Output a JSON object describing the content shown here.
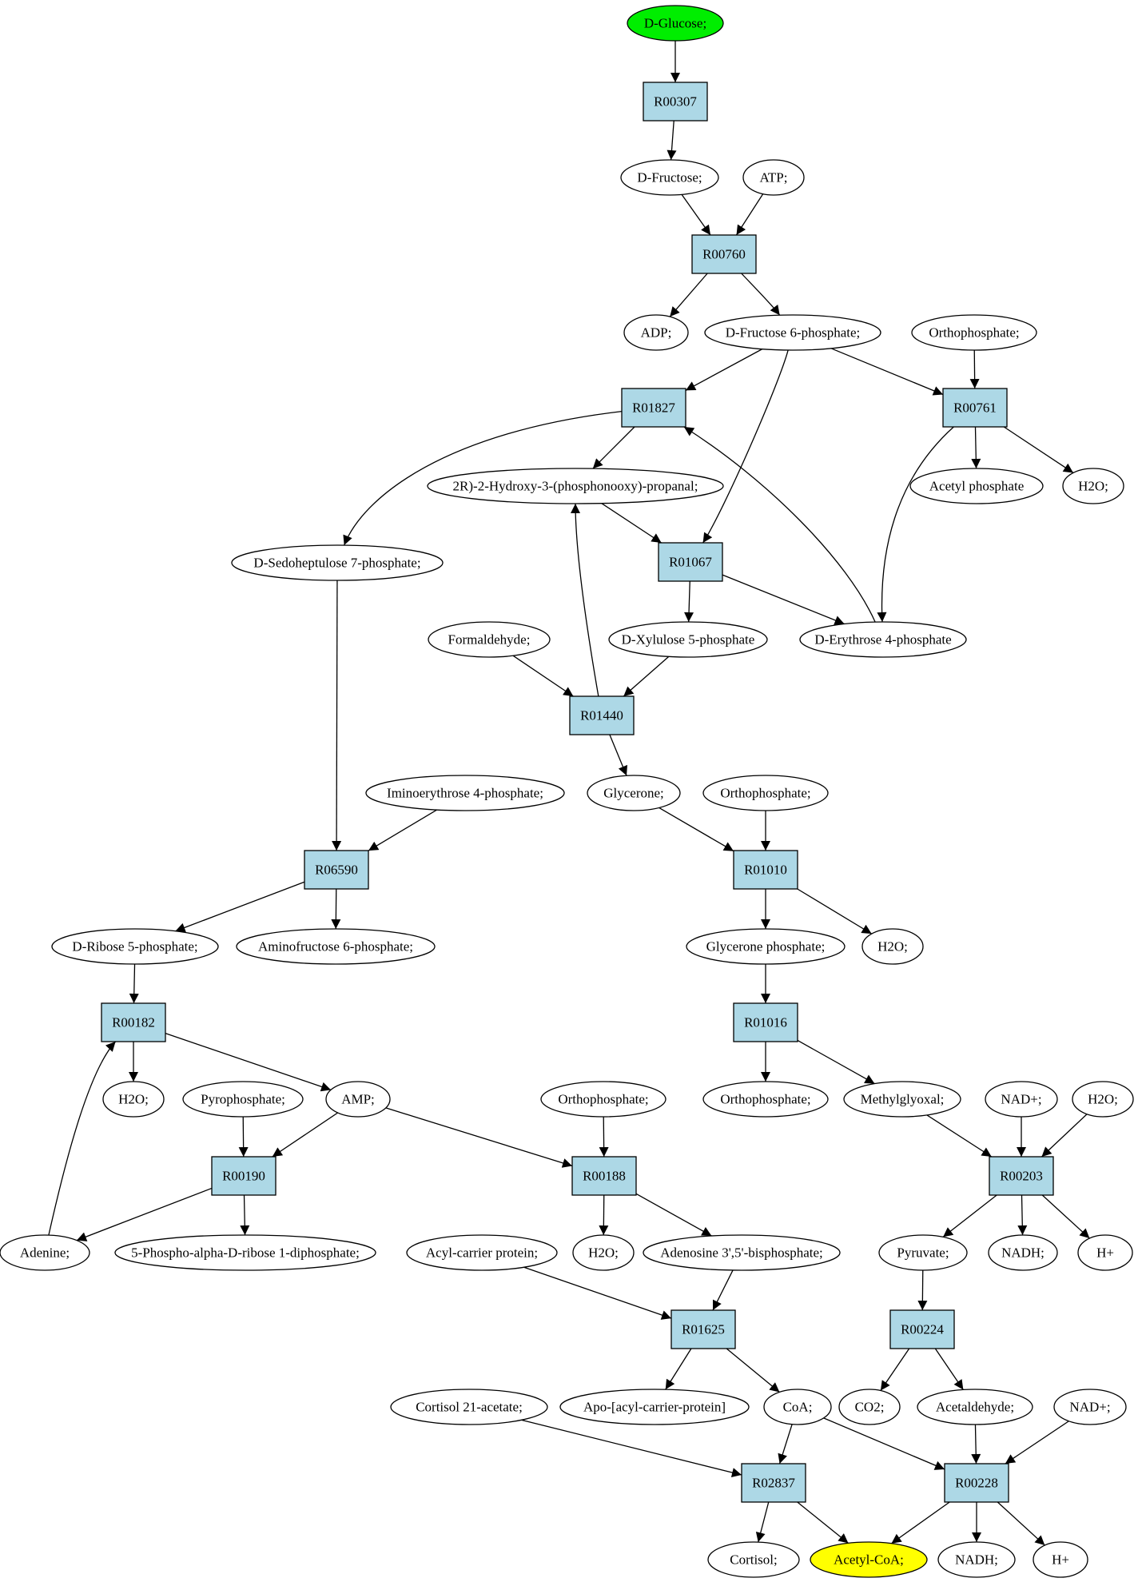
{
  "colors": {
    "reaction_fill": "#add8e6",
    "compound_fill": "#ffffff",
    "start_fill": "#00ee00",
    "end_fill": "#ffff00",
    "stroke": "#000000"
  },
  "nodes": [
    {
      "id": "glucose",
      "kind": "start",
      "label": "D-Glucose;"
    },
    {
      "id": "R00307",
      "kind": "reaction",
      "label": "R00307"
    },
    {
      "id": "fructose",
      "kind": "compound",
      "label": "D-Fructose;"
    },
    {
      "id": "atp",
      "kind": "compound",
      "label": "ATP;"
    },
    {
      "id": "R00760",
      "kind": "reaction",
      "label": "R00760"
    },
    {
      "id": "adp",
      "kind": "compound",
      "label": "ADP;"
    },
    {
      "id": "f6p",
      "kind": "compound",
      "label": "D-Fructose 6-phosphate;"
    },
    {
      "id": "pi1",
      "kind": "compound",
      "label": "Orthophosphate;"
    },
    {
      "id": "R01827",
      "kind": "reaction",
      "label": "R01827"
    },
    {
      "id": "R00761",
      "kind": "reaction",
      "label": "R00761"
    },
    {
      "id": "g3p",
      "kind": "compound",
      "label": "2R)-2-Hydroxy-3-(phosphonooxy)-propanal;"
    },
    {
      "id": "acetylp",
      "kind": "compound",
      "label": "Acetyl phosphate"
    },
    {
      "id": "h2o1",
      "kind": "compound",
      "label": "H2O;"
    },
    {
      "id": "s7p",
      "kind": "compound",
      "label": "D-Sedoheptulose 7-phosphate;"
    },
    {
      "id": "R01067",
      "kind": "reaction",
      "label": "R01067"
    },
    {
      "id": "formaldehyde",
      "kind": "compound",
      "label": "Formaldehyde;"
    },
    {
      "id": "x5p",
      "kind": "compound",
      "label": "D-Xylulose 5-phosphate"
    },
    {
      "id": "e4p",
      "kind": "compound",
      "label": "D-Erythrose 4-phosphate"
    },
    {
      "id": "R01440",
      "kind": "reaction",
      "label": "R01440"
    },
    {
      "id": "imino",
      "kind": "compound",
      "label": "Iminoerythrose 4-phosphate;"
    },
    {
      "id": "glycerone",
      "kind": "compound",
      "label": "Glycerone;"
    },
    {
      "id": "pi2",
      "kind": "compound",
      "label": "Orthophosphate;"
    },
    {
      "id": "R06590",
      "kind": "reaction",
      "label": "R06590"
    },
    {
      "id": "R01010",
      "kind": "reaction",
      "label": "R01010"
    },
    {
      "id": "r5p",
      "kind": "compound",
      "label": "D-Ribose 5-phosphate;"
    },
    {
      "id": "aminof6p",
      "kind": "compound",
      "label": "Aminofructose 6-phosphate;"
    },
    {
      "id": "dhap",
      "kind": "compound",
      "label": "Glycerone phosphate;"
    },
    {
      "id": "h2o2",
      "kind": "compound",
      "label": "H2O;"
    },
    {
      "id": "R00182",
      "kind": "reaction",
      "label": "R00182"
    },
    {
      "id": "R01016",
      "kind": "reaction",
      "label": "R01016"
    },
    {
      "id": "h2o3",
      "kind": "compound",
      "label": "H2O;"
    },
    {
      "id": "ppi",
      "kind": "compound",
      "label": "Pyrophosphate;"
    },
    {
      "id": "amp",
      "kind": "compound",
      "label": "AMP;"
    },
    {
      "id": "pi3",
      "kind": "compound",
      "label": "Orthophosphate;"
    },
    {
      "id": "pi4",
      "kind": "compound",
      "label": "Orthophosphate;"
    },
    {
      "id": "methylglyoxal",
      "kind": "compound",
      "label": "Methylglyoxal;"
    },
    {
      "id": "nad1",
      "kind": "compound",
      "label": "NAD+;"
    },
    {
      "id": "h2o4",
      "kind": "compound",
      "label": "H2O;"
    },
    {
      "id": "R00190",
      "kind": "reaction",
      "label": "R00190"
    },
    {
      "id": "R00188",
      "kind": "reaction",
      "label": "R00188"
    },
    {
      "id": "R00203",
      "kind": "reaction",
      "label": "R00203"
    },
    {
      "id": "adenine",
      "kind": "compound",
      "label": "Adenine;"
    },
    {
      "id": "prpp",
      "kind": "compound",
      "label": "5-Phospho-alpha-D-ribose 1-diphosphate;"
    },
    {
      "id": "acp",
      "kind": "compound",
      "label": "Acyl-carrier protein;"
    },
    {
      "id": "h2o5",
      "kind": "compound",
      "label": "H2O;"
    },
    {
      "id": "pap",
      "kind": "compound",
      "label": "Adenosine 3',5'-bisphosphate;"
    },
    {
      "id": "pyruvate",
      "kind": "compound",
      "label": "Pyruvate;"
    },
    {
      "id": "nadh1",
      "kind": "compound",
      "label": "NADH;"
    },
    {
      "id": "hplus1",
      "kind": "compound",
      "label": "H+"
    },
    {
      "id": "R01625",
      "kind": "reaction",
      "label": "R01625"
    },
    {
      "id": "R00224",
      "kind": "reaction",
      "label": "R00224"
    },
    {
      "id": "cortisolac",
      "kind": "compound",
      "label": "Cortisol 21-acetate;"
    },
    {
      "id": "apoacp",
      "kind": "compound",
      "label": "Apo-[acyl-carrier-protein]"
    },
    {
      "id": "coa",
      "kind": "compound",
      "label": "CoA;"
    },
    {
      "id": "co2",
      "kind": "compound",
      "label": "CO2;"
    },
    {
      "id": "acetaldehyde",
      "kind": "compound",
      "label": "Acetaldehyde;"
    },
    {
      "id": "nad2",
      "kind": "compound",
      "label": "NAD+;"
    },
    {
      "id": "R02837",
      "kind": "reaction",
      "label": "R02837"
    },
    {
      "id": "R00228",
      "kind": "reaction",
      "label": "R00228"
    },
    {
      "id": "cortisol",
      "kind": "compound",
      "label": "Cortisol;"
    },
    {
      "id": "acetylcoa",
      "kind": "end",
      "label": "Acetyl-CoA;"
    },
    {
      "id": "nadh2",
      "kind": "compound",
      "label": "NADH;"
    },
    {
      "id": "hplus2",
      "kind": "compound",
      "label": "H+"
    }
  ],
  "edges": [
    {
      "from": "glucose",
      "to": "R00307"
    },
    {
      "from": "R00307",
      "to": "fructose"
    },
    {
      "from": "fructose",
      "to": "R00760"
    },
    {
      "from": "atp",
      "to": "R00760"
    },
    {
      "from": "R00760",
      "to": "adp"
    },
    {
      "from": "R00760",
      "to": "f6p"
    },
    {
      "from": "f6p",
      "to": "R01827"
    },
    {
      "from": "f6p",
      "to": "R00761"
    },
    {
      "from": "f6p",
      "to": "R01067"
    },
    {
      "from": "pi1",
      "to": "R00761"
    },
    {
      "from": "R00761",
      "to": "acetylp"
    },
    {
      "from": "R00761",
      "to": "h2o1"
    },
    {
      "from": "R00761",
      "to": "e4p"
    },
    {
      "from": "R01827",
      "to": "g3p"
    },
    {
      "from": "R01827",
      "to": "s7p"
    },
    {
      "from": "e4p",
      "to": "R01827"
    },
    {
      "from": "g3p",
      "to": "R01067"
    },
    {
      "from": "R01067",
      "to": "x5p"
    },
    {
      "from": "R01067",
      "to": "e4p"
    },
    {
      "from": "formaldehyde",
      "to": "R01440"
    },
    {
      "from": "x5p",
      "to": "R01440"
    },
    {
      "from": "R01440",
      "to": "g3p"
    },
    {
      "from": "R01440",
      "to": "glycerone"
    },
    {
      "from": "s7p",
      "to": "R06590"
    },
    {
      "from": "imino",
      "to": "R06590"
    },
    {
      "from": "R06590",
      "to": "r5p"
    },
    {
      "from": "R06590",
      "to": "aminof6p"
    },
    {
      "from": "glycerone",
      "to": "R01010"
    },
    {
      "from": "pi2",
      "to": "R01010"
    },
    {
      "from": "R01010",
      "to": "dhap"
    },
    {
      "from": "R01010",
      "to": "h2o2"
    },
    {
      "from": "dhap",
      "to": "R01016"
    },
    {
      "from": "R01016",
      "to": "pi4"
    },
    {
      "from": "R01016",
      "to": "methylglyoxal"
    },
    {
      "from": "r5p",
      "to": "R00182"
    },
    {
      "from": "adenine",
      "to": "R00182"
    },
    {
      "from": "R00182",
      "to": "h2o3"
    },
    {
      "from": "R00182",
      "to": "amp"
    },
    {
      "from": "ppi",
      "to": "R00190"
    },
    {
      "from": "amp",
      "to": "R00190"
    },
    {
      "from": "amp",
      "to": "R00188"
    },
    {
      "from": "R00190",
      "to": "adenine"
    },
    {
      "from": "R00190",
      "to": "prpp"
    },
    {
      "from": "pi3",
      "to": "R00188"
    },
    {
      "from": "R00188",
      "to": "h2o5"
    },
    {
      "from": "R00188",
      "to": "pap"
    },
    {
      "from": "methylglyoxal",
      "to": "R00203"
    },
    {
      "from": "nad1",
      "to": "R00203"
    },
    {
      "from": "h2o4",
      "to": "R00203"
    },
    {
      "from": "R00203",
      "to": "pyruvate"
    },
    {
      "from": "R00203",
      "to": "nadh1"
    },
    {
      "from": "R00203",
      "to": "hplus1"
    },
    {
      "from": "acp",
      "to": "R01625"
    },
    {
      "from": "pap",
      "to": "R01625"
    },
    {
      "from": "R01625",
      "to": "apoacp"
    },
    {
      "from": "R01625",
      "to": "coa"
    },
    {
      "from": "pyruvate",
      "to": "R00224"
    },
    {
      "from": "R00224",
      "to": "co2"
    },
    {
      "from": "R00224",
      "to": "acetaldehyde"
    },
    {
      "from": "cortisolac",
      "to": "R02837"
    },
    {
      "from": "coa",
      "to": "R02837"
    },
    {
      "from": "coa",
      "to": "R00228"
    },
    {
      "from": "acetaldehyde",
      "to": "R00228"
    },
    {
      "from": "nad2",
      "to": "R00228"
    },
    {
      "from": "R02837",
      "to": "cortisol"
    },
    {
      "from": "R02837",
      "to": "acetylcoa"
    },
    {
      "from": "R00228",
      "to": "acetylcoa"
    },
    {
      "from": "R00228",
      "to": "nadh2"
    },
    {
      "from": "R00228",
      "to": "hplus2"
    }
  ]
}
